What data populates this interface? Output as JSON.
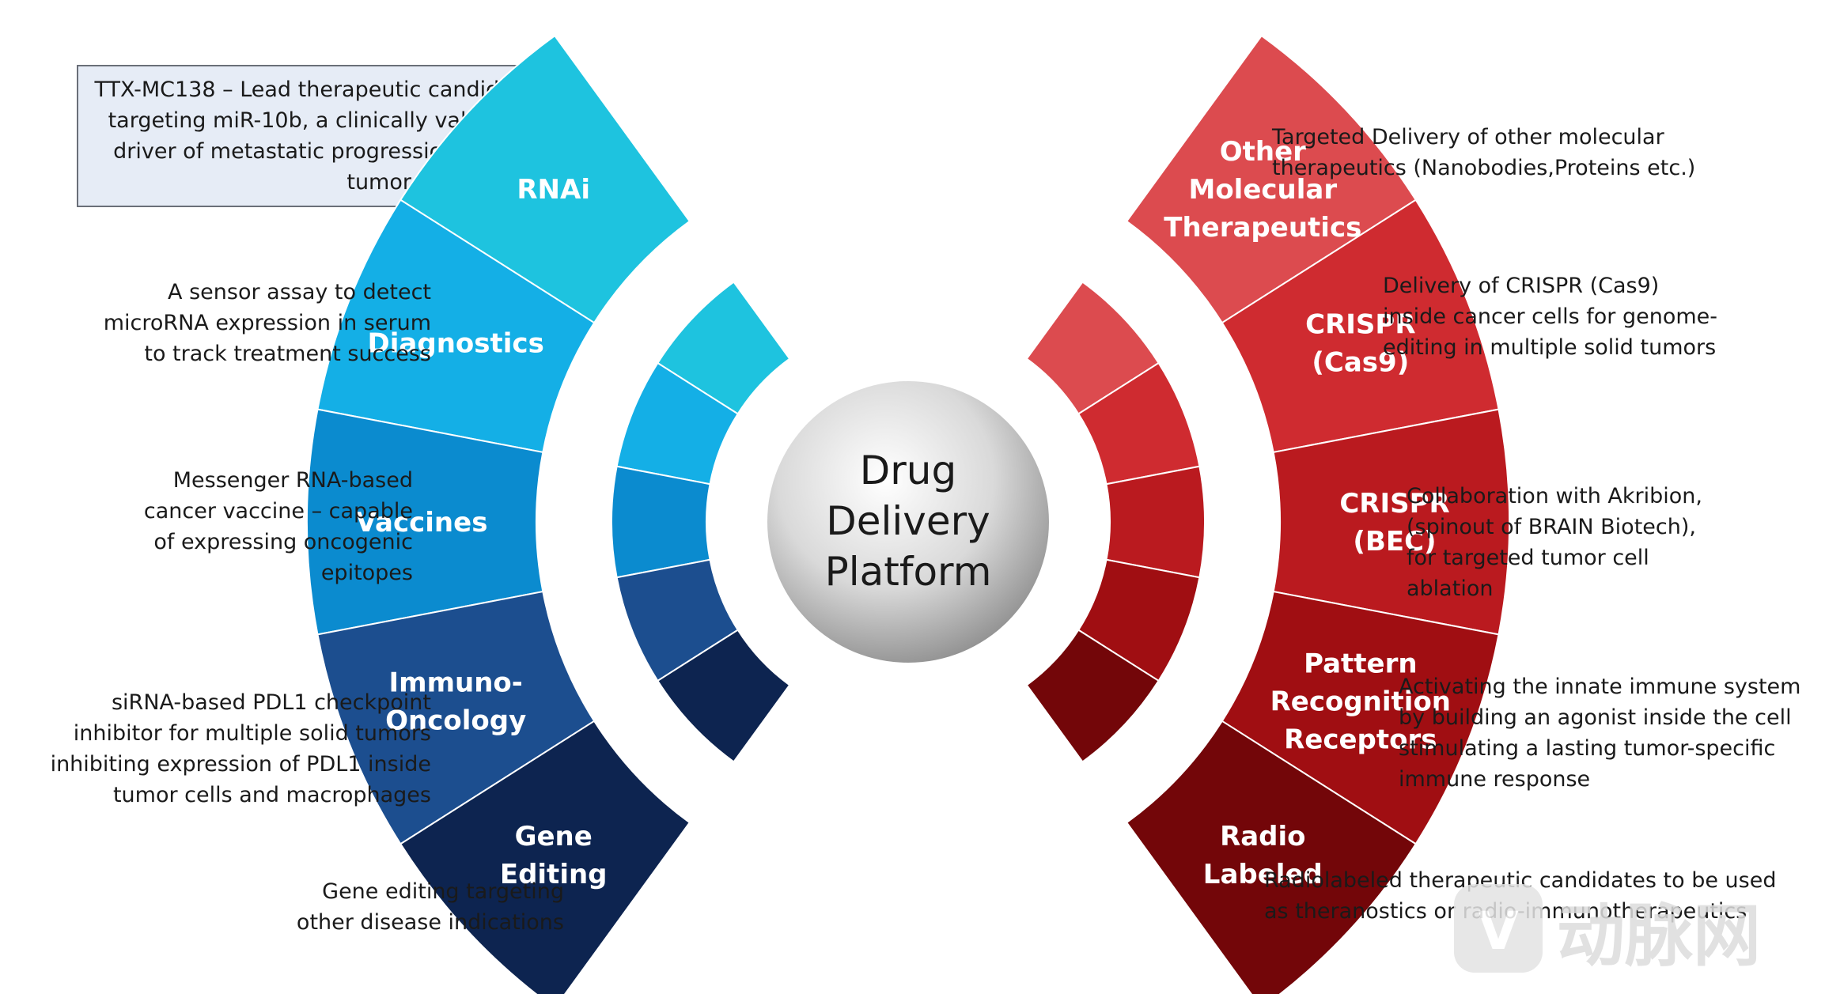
{
  "hub": {
    "lines": [
      "Drug",
      "Delivery",
      "Platform"
    ]
  },
  "callout": {
    "lines": [
      "TTX-MC138 – Lead therapeutic candidate",
      "targeting miR-10b, a clinically validated",
      "driver of metastatic progression in 19+",
      "tumor indications"
    ]
  },
  "left_segments": [
    {
      "id": "rnai",
      "label_lines": [
        "RNAi"
      ],
      "color": "#1ec3df",
      "desc_lines": []
    },
    {
      "id": "diagnostics",
      "label_lines": [
        "Diagnostics"
      ],
      "color": "#14afe6",
      "desc_lines": [
        "A sensor assay to detect",
        "microRNA expression in serum",
        "to track treatment success"
      ]
    },
    {
      "id": "vaccines",
      "label_lines": [
        "Vaccines"
      ],
      "color": "#0b8bcf",
      "desc_lines": [
        "Messenger RNA-based",
        "cancer vaccine – capable",
        "of expressing oncogenic",
        "epitopes"
      ]
    },
    {
      "id": "immuno-oncology",
      "label_lines": [
        "Immuno-",
        "Oncology"
      ],
      "color": "#1c4e8f",
      "desc_lines": [
        "siRNA-based PDL1 checkpoint",
        "inhibitor for multiple solid tumors",
        "inhibiting expression of PDL1 inside",
        "tumor cells and macrophages"
      ]
    },
    {
      "id": "gene-editing",
      "label_lines": [
        "Gene",
        "Editing"
      ],
      "color": "#0d2450",
      "desc_lines": [
        "Gene editing targeting",
        "other disease indications"
      ]
    }
  ],
  "right_segments": [
    {
      "id": "other-molecular",
      "label_lines": [
        "Other",
        "Molecular",
        "Therapeutics"
      ],
      "color": "#dc4b4f",
      "desc_lines": [
        "Targeted Delivery of other molecular",
        "therapeutics (Nanobodies,Proteins etc.)"
      ]
    },
    {
      "id": "crispr-cas9",
      "label_lines": [
        "CRISPR",
        "(Cas9)"
      ],
      "color": "#cf2b30",
      "desc_lines": [
        "Delivery of CRISPR (Cas9)",
        "inside cancer cells for genome-",
        "editing in multiple solid tumors"
      ]
    },
    {
      "id": "crispr-bec",
      "label_lines": [
        "CRISPR",
        "(BEC)"
      ],
      "color": "#ba1a1f",
      "desc_lines": [
        "Collaboration with Akribion,",
        "(spinout of BRAIN Biotech),",
        "for targeted tumor cell",
        "ablation"
      ]
    },
    {
      "id": "pattern-recognition",
      "label_lines": [
        "Pattern",
        "Recognition",
        "Receptors"
      ],
      "color": "#a00e12",
      "desc_lines": [
        "Activating the innate immune system",
        "by building an agonist inside the cell",
        "stimulating a lasting tumor-specific",
        "immune response"
      ]
    },
    {
      "id": "radio-labeled",
      "label_lines": [
        "Radio",
        "Labeled"
      ],
      "color": "#730609",
      "desc_lines": [
        "Radiolabeled therapeutic candidates to be used",
        "as theranostics or radio-immunotherapeutics"
      ]
    }
  ],
  "watermark": {
    "text": "动脉网"
  }
}
